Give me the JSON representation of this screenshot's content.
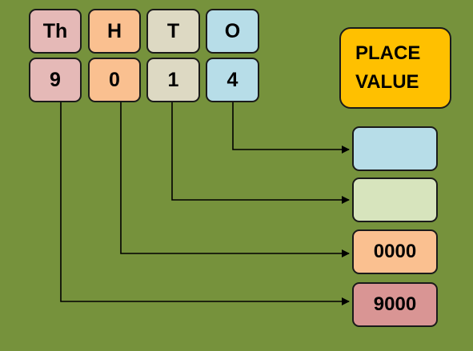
{
  "headers": {
    "thousands": "Th",
    "hundreds": "H",
    "tens": "T",
    "ones": "O"
  },
  "digits": {
    "thousands": "9",
    "hundreds": "0",
    "tens": "1",
    "ones": "4"
  },
  "place_value_label": {
    "line1": "PLACE",
    "line2": "VALUE"
  },
  "place_values": {
    "ones": "",
    "tens": "",
    "hundreds": "0000",
    "thousands": "9000"
  },
  "colors": {
    "background": "#76923c",
    "thousands": "#e5b9b7",
    "hundreds": "#fac090",
    "tens": "#ddd9c3",
    "ones": "#b7dde8",
    "tens_answer": "#d7e4bd",
    "thousands_answer": "#d99594",
    "label": "#ffc000"
  }
}
